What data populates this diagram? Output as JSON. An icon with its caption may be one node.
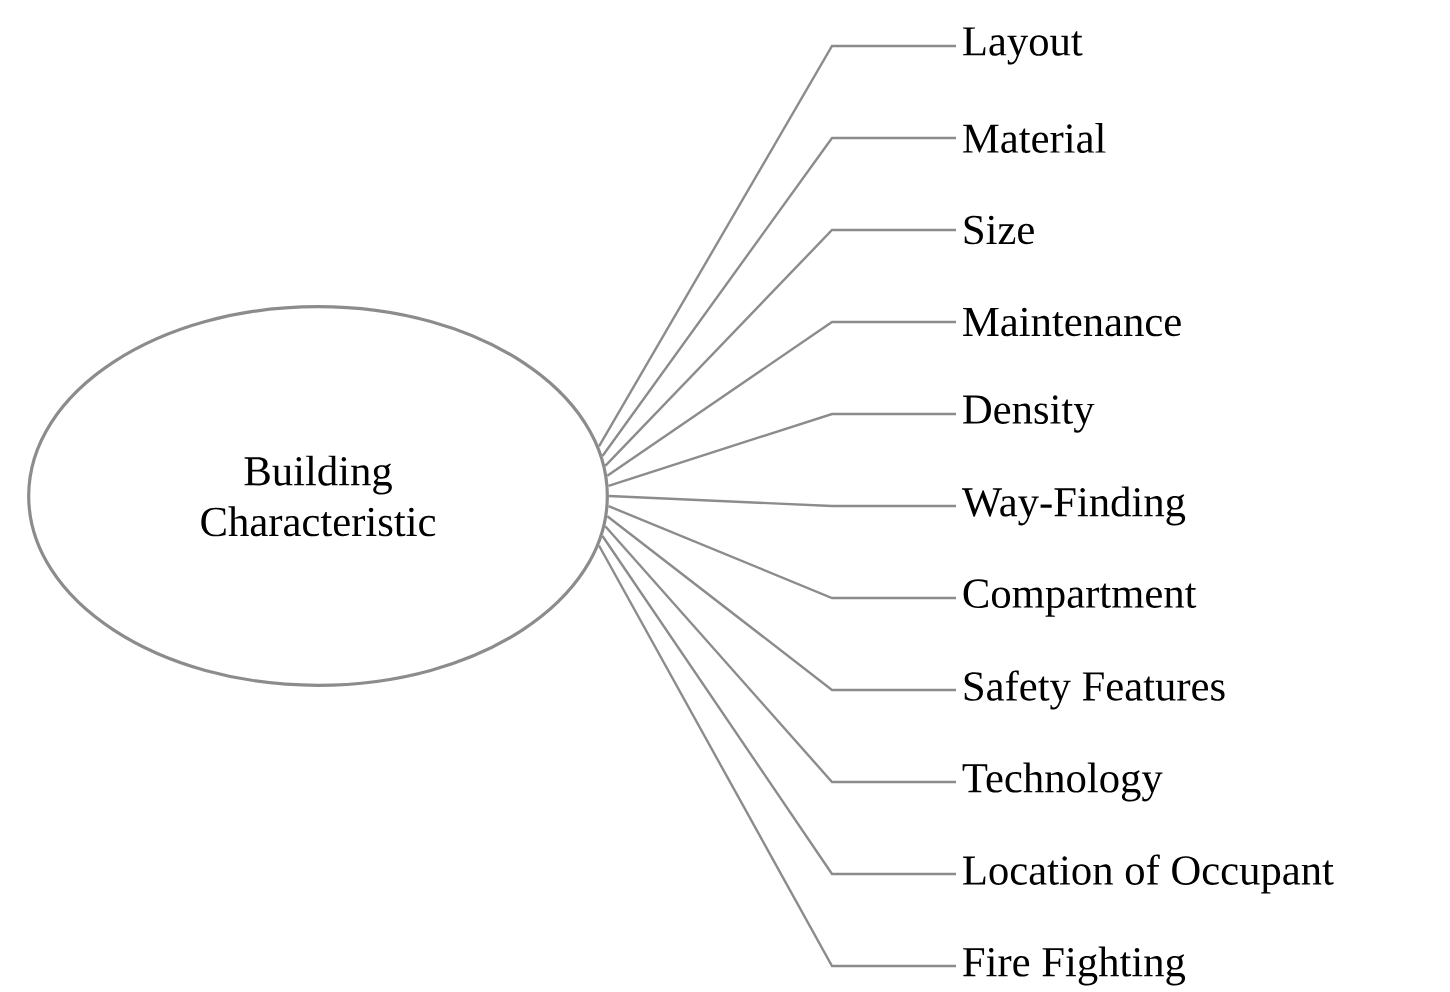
{
  "diagram": {
    "nodes": [
      {
        "text": [
          "Building Characteristic"
        ]
      },
      {
        "text": [
          "Layout"
        ]
      },
      {
        "text": [
          "Material"
        ]
      },
      {
        "text": [
          "Size"
        ]
      },
      {
        "text": [
          "Maintenance"
        ]
      },
      {
        "text": [
          "Density"
        ]
      },
      {
        "text": [
          "Way-Finding"
        ]
      },
      {
        "text": [
          "Compartment"
        ]
      },
      {
        "text": [
          "Safety Features"
        ]
      },
      {
        "text": [
          "Technology"
        ]
      },
      {
        "text": [
          "Location of Occupant"
        ]
      },
      {
        "text": [
          "Fire Fighting"
        ]
      }
    ],
    "edges": [
      {
        "from": 0,
        "to": 1,
        "arrow": "none"
      },
      {
        "from": 0,
        "to": 2,
        "arrow": "none"
      },
      {
        "from": 0,
        "to": 3,
        "arrow": "none"
      },
      {
        "from": 0,
        "to": 4,
        "arrow": "none"
      },
      {
        "from": 0,
        "to": 5,
        "arrow": "none"
      },
      {
        "from": 0,
        "to": 6,
        "arrow": "none"
      },
      {
        "from": 0,
        "to": 7,
        "arrow": "none"
      },
      {
        "from": 0,
        "to": 8,
        "arrow": "none"
      },
      {
        "from": 0,
        "to": 9,
        "arrow": "none"
      },
      {
        "from": 0,
        "to": 10,
        "arrow": "none"
      },
      {
        "from": 0,
        "to": 11,
        "arrow": "none"
      }
    ]
  }
}
